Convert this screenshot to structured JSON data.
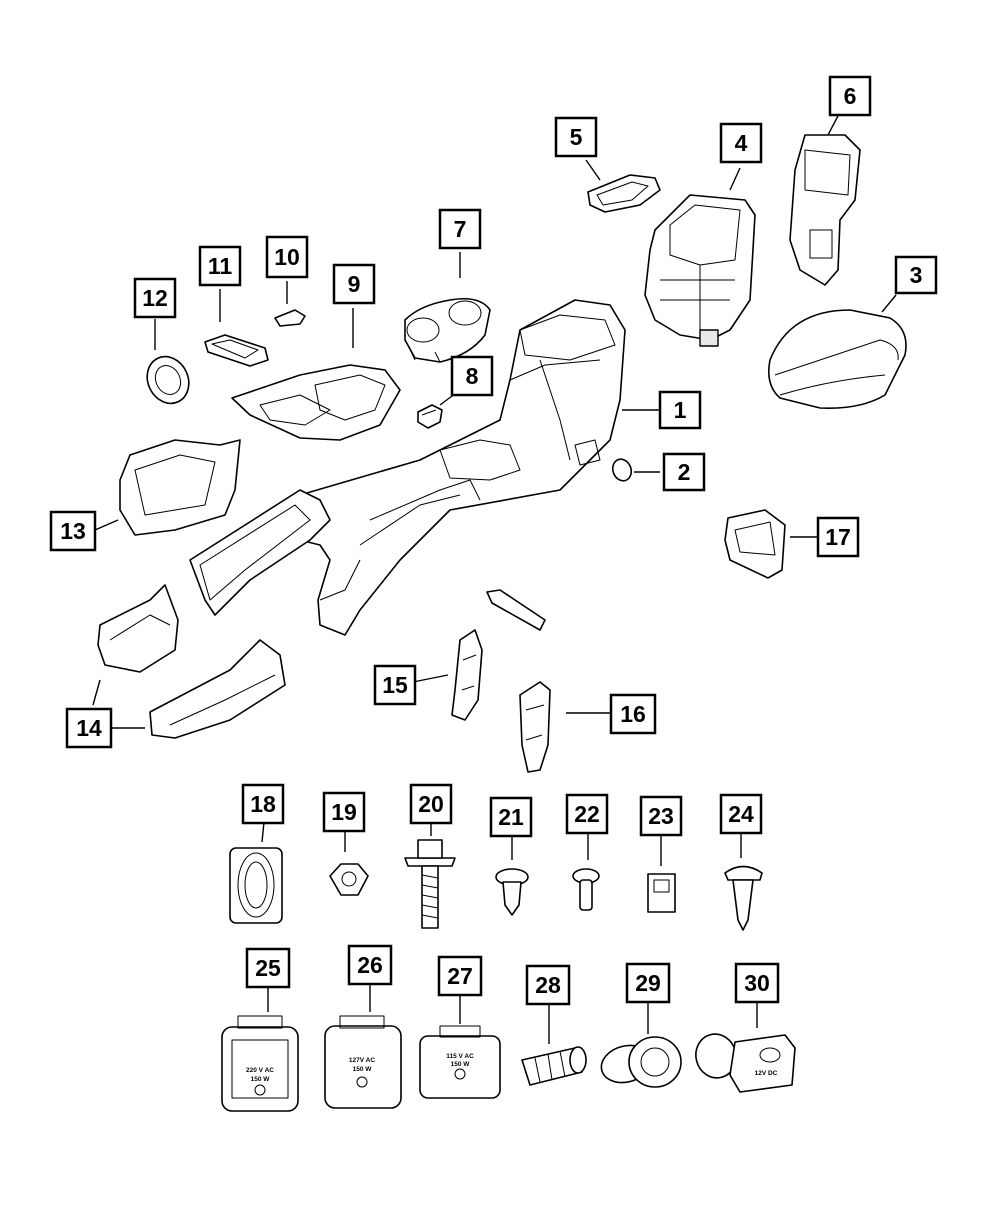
{
  "callouts": [
    "1",
    "2",
    "3",
    "4",
    "5",
    "6",
    "7",
    "8",
    "9",
    "10",
    "11",
    "12",
    "13",
    "14",
    "15",
    "16",
    "17",
    "18",
    "19",
    "20",
    "21",
    "22",
    "23",
    "24",
    "25",
    "26",
    "27",
    "28",
    "29",
    "30"
  ],
  "outlet_labels": {
    "outlet_25": {
      "voltage": "220 V AC",
      "watts": "150 W"
    },
    "outlet_26": {
      "voltage": "127V AC",
      "watts": "150 W"
    },
    "outlet_27": {
      "voltage": "115 V AC",
      "watts": "150 W"
    },
    "outlet_30": {
      "voltage": "12V DC"
    }
  }
}
